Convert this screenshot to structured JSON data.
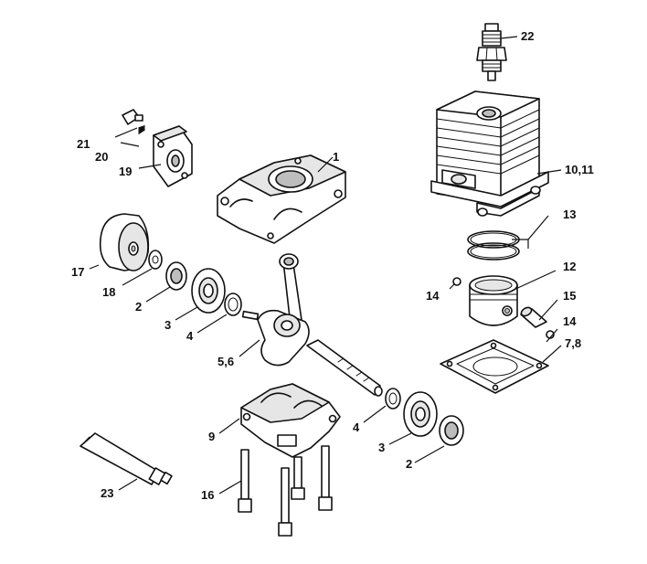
{
  "callouts": {
    "c1": "1",
    "c2a": "2",
    "c2b": "2",
    "c3a": "3",
    "c3b": "3",
    "c4a": "4",
    "c4b": "4",
    "c56": "5,6",
    "c78": "7,8",
    "c9": "9",
    "c1011": "10,11",
    "c12": "12",
    "c13": "13",
    "c14a": "14",
    "c14b": "14",
    "c15": "15",
    "c16": "16",
    "c17": "17",
    "c18": "18",
    "c19": "19",
    "c20": "20",
    "c21": "21",
    "c22": "22",
    "c23": "23"
  }
}
